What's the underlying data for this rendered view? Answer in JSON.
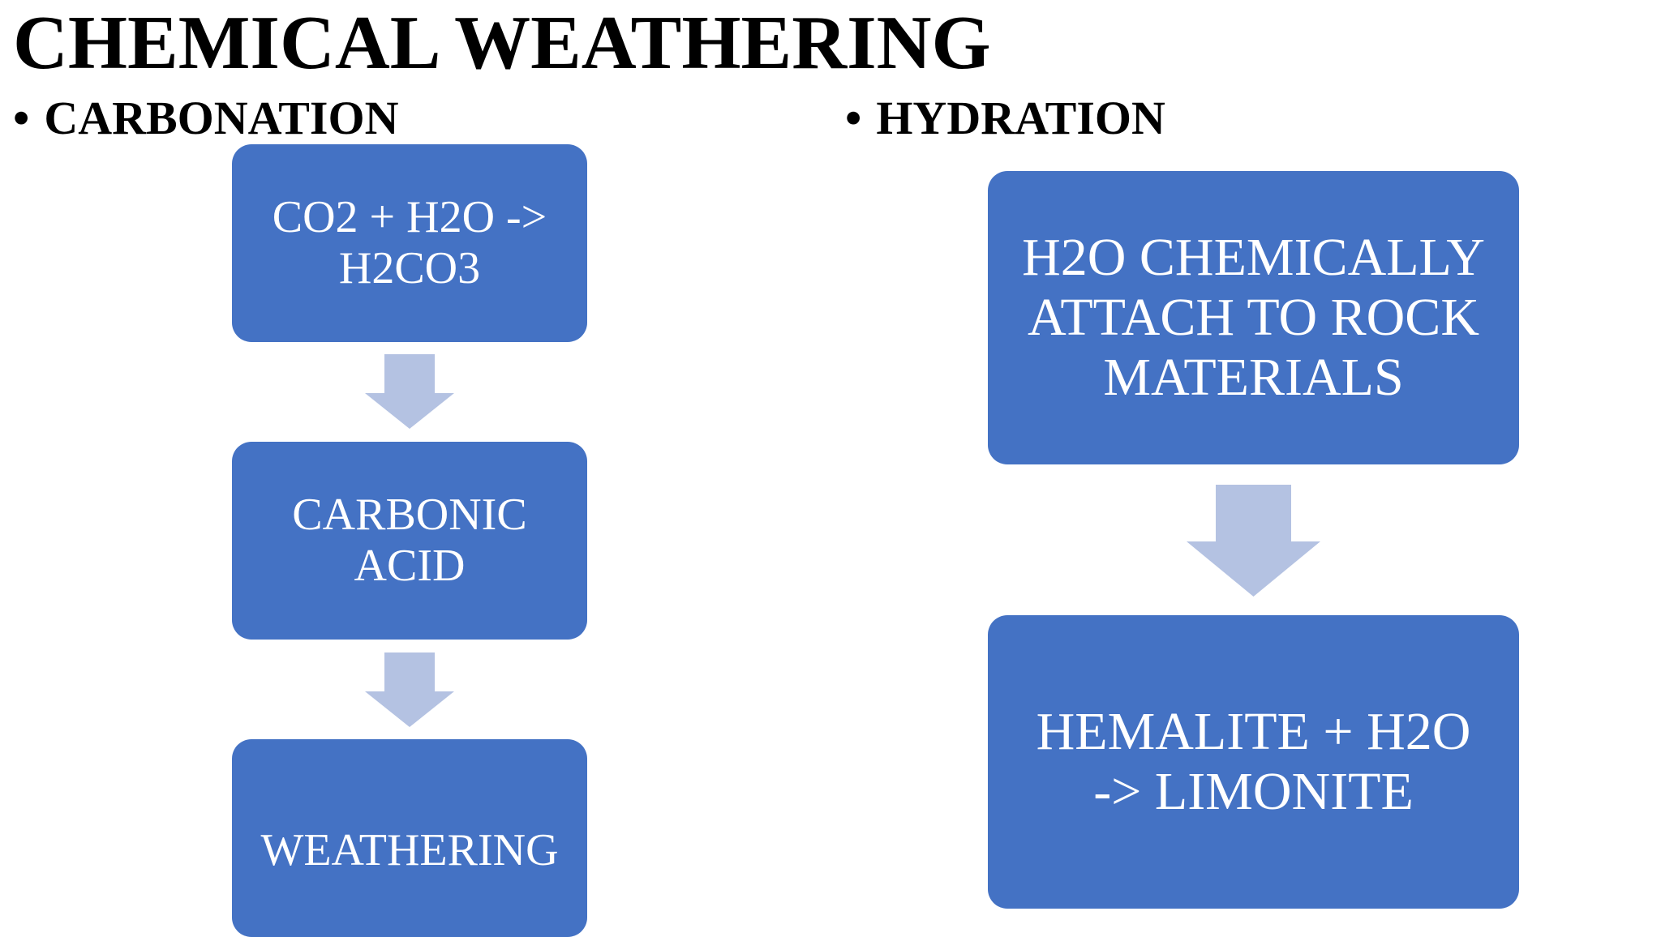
{
  "slide": {
    "title": "CHEMICAL WEATHERING"
  },
  "colors": {
    "box_fill": "#4472C4",
    "arrow_fill": "#B4C2E2",
    "text_on_box": "#FFFFFF"
  },
  "carbonation": {
    "heading": "CARBONATION",
    "steps": [
      {
        "label": "CO2 + H2O ->\nH2CO3"
      },
      {
        "label": "CARBONIC\nACID"
      },
      {
        "label": "WEATHERING"
      }
    ]
  },
  "hydration": {
    "heading": "HYDRATION",
    "steps": [
      {
        "label": "H2O CHEMICALLY\nATTACH TO ROCK\nMATERIALS"
      },
      {
        "label": "HEMALITE + H2O\n-> LIMONITE"
      }
    ]
  },
  "bullet_glyph": "•"
}
